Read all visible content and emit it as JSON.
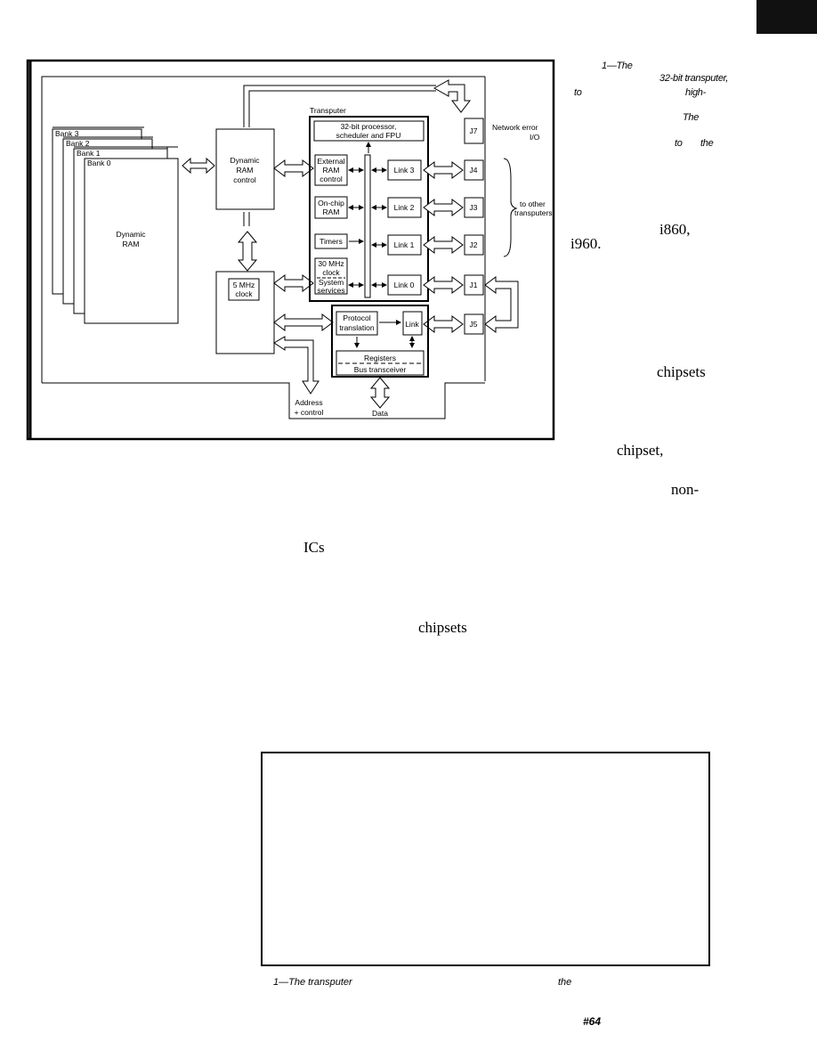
{
  "figure": {
    "transputer_label": "Transputer",
    "processor": [
      "32-bit processor,",
      "scheduler and FPU"
    ],
    "external_ram_control": [
      "External",
      "RAM",
      "control"
    ],
    "on_chip_ram": [
      "On-chip",
      "RAM"
    ],
    "timers": "Timers",
    "clock_30mhz": [
      "30 MHz",
      "clock"
    ],
    "system_services": [
      "System",
      "services"
    ],
    "links": [
      "Link 3",
      "Link 2",
      "Link 1",
      "Link 0"
    ],
    "connectors": [
      "J7",
      "J4",
      "J3",
      "J2",
      "J1",
      "J5"
    ],
    "network_error": "Network error",
    "io": "I/O",
    "to_other": [
      "to other",
      "transputers"
    ],
    "banks": [
      "Bank 3",
      "Bank 2",
      "Bank 1",
      "Bank 0"
    ],
    "dynamic_ram": [
      "Dynamic",
      "RAM"
    ],
    "dram_control": [
      "Dynamic",
      "RAM",
      "control"
    ],
    "clock_5mhz": [
      "5 MHz",
      "clock"
    ],
    "protocol_translation": [
      "Protocol",
      "translation"
    ],
    "link": "Link",
    "registers": "Registers",
    "bus_transceiver": "Bus transceiver",
    "address_control": [
      "Address",
      "+ control"
    ],
    "data": "Data"
  },
  "side_text": [
    {
      "text": "1—The",
      "italic": true
    },
    {
      "text": "32-bit transputer,",
      "italic": true
    },
    {
      "text": "to",
      "italic": true
    },
    {
      "text": "high-",
      "italic": true
    },
    {
      "text": "The",
      "italic": true
    },
    {
      "text": "to",
      "italic": true
    },
    {
      "text": "the",
      "italic": true
    },
    {
      "text": "i860,",
      "italic": false
    },
    {
      "text": "i960.",
      "italic": false
    },
    {
      "text": "chipsets",
      "italic": false
    },
    {
      "text": "chipset,",
      "italic": false
    },
    {
      "text": "non-",
      "italic": false
    },
    {
      "text": "ICs",
      "italic": false
    },
    {
      "text": "chipsets",
      "italic": false
    }
  ],
  "caption2": [
    "1—The transputer",
    "the"
  ],
  "page_number": "#64"
}
